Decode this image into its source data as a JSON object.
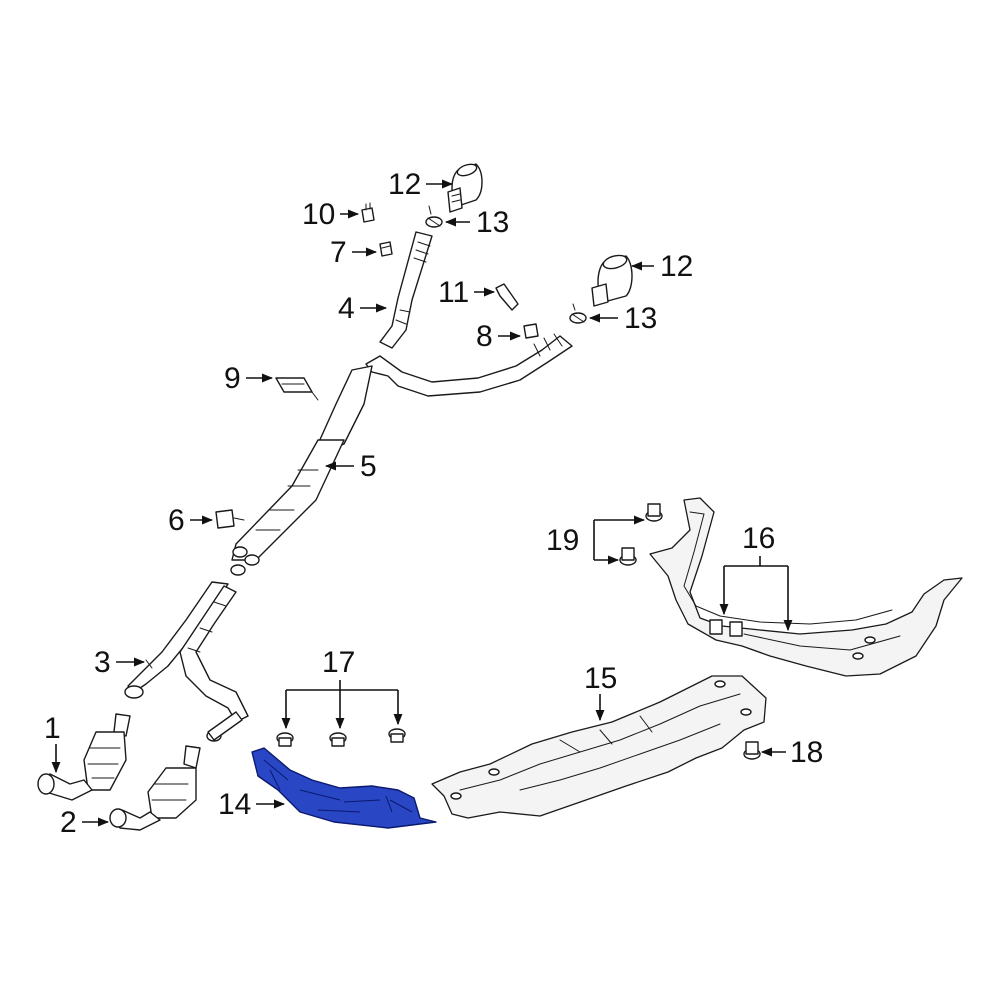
{
  "diagram": {
    "highlight_color": "#2946c4",
    "labels": {
      "c1": "1",
      "c2": "2",
      "c3": "3",
      "c4": "4",
      "c5": "5",
      "c6": "6",
      "c7": "7",
      "c8": "8",
      "c9": "9",
      "c10": "10",
      "c11": "11",
      "c12a": "12",
      "c12b": "12",
      "c13a": "13",
      "c13b": "13",
      "c14": "14",
      "c15": "15",
      "c16": "16",
      "c17": "17",
      "c18": "18",
      "c19": "19"
    }
  }
}
